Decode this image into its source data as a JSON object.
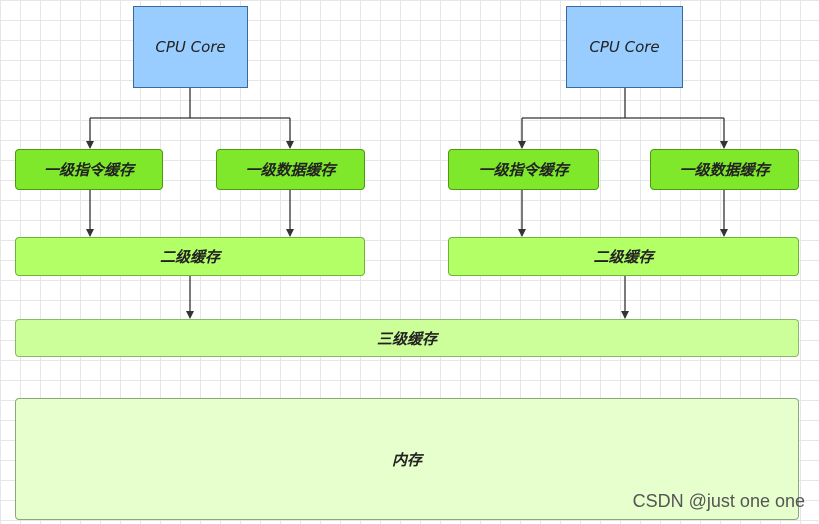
{
  "diagram": {
    "cpu_label": "CPU Core",
    "l1_instruction_label": "一级指令缓存",
    "l1_data_label": "一级数据缓存",
    "l2_label": "二级缓存",
    "l3_label": "三级缓存",
    "memory_label": "内存"
  },
  "watermark": "CSDN @just one one",
  "colors": {
    "cpu_fill": "#99ccff",
    "l1_fill": "#7fe82a",
    "l2_fill": "#b3ff66",
    "l3_fill": "#ccff99",
    "memory_fill": "#e6ffcc"
  }
}
